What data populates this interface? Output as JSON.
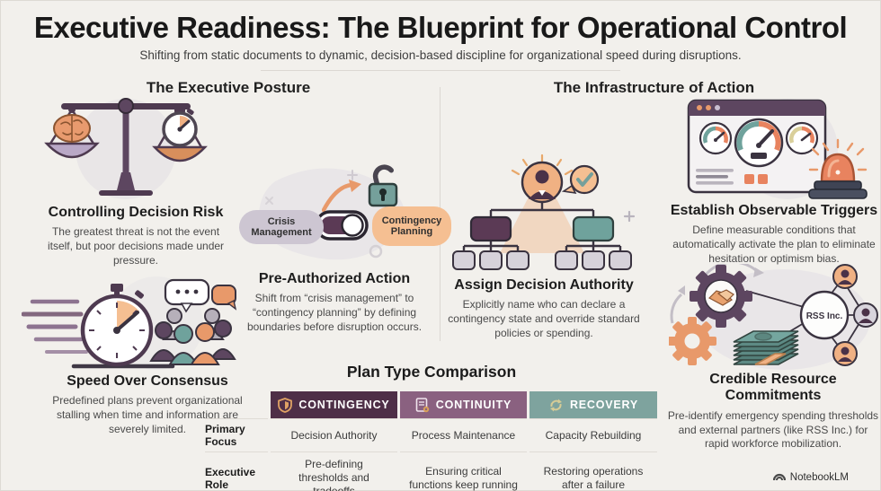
{
  "page": {
    "title": "Executive Readiness: The Blueprint for Operational Control",
    "subtitle": "Shifting from static documents to dynamic, decision-based discipline for organizational speed during disruptions.",
    "brand": "NotebookLM"
  },
  "left_section": {
    "heading": "The Executive Posture",
    "items": [
      {
        "icon": "balance-scale-icon",
        "title": "Controlling Decision Risk",
        "body": "The greatest threat is not the event itself, but poor decisions made under pressure."
      },
      {
        "icon": "toggle-lock-icon",
        "title": "Pre-Authorized Action",
        "body": "Shift from “crisis management” to “contingency planning” by defining boundaries before disruption occurs.",
        "toggle": {
          "off_label": "Crisis Management",
          "on_label": "Contingency Planning"
        }
      },
      {
        "icon": "stopwatch-people-icon",
        "title": "Speed Over Consensus",
        "body": "Predefined plans prevent organizational stalling when time and information are severely limited."
      }
    ]
  },
  "right_section": {
    "heading": "The Infrastructure of Action",
    "items": [
      {
        "icon": "dashboard-alarm-icon",
        "title": "Establish Observable Triggers",
        "body": "Define measurable conditions that automatically activate the plan to eliminate hesitation or optimism bias."
      },
      {
        "icon": "org-chart-icon",
        "title": "Assign Decision Authority",
        "body": "Explicitly name who can declare a contingency state and override standard policies or spending."
      },
      {
        "icon": "resources-network-icon",
        "title": "Credible Resource Commitments",
        "body": "Pre-identify emergency spending thresholds and external partners (like RSS Inc.) for rapid workforce mobilization.",
        "network_hub_label": "RSS Inc."
      }
    ]
  },
  "comparison_table": {
    "title": "Plan Type Comparison",
    "columns": [
      {
        "label": "CONTINGENCY",
        "icon": "shield-icon",
        "header_color": "#4e2f47"
      },
      {
        "label": "CONTINUITY",
        "icon": "document-gear-icon",
        "header_color": "#8a6180"
      },
      {
        "label": "RECOVERY",
        "icon": "refresh-icon",
        "header_color": "#7ea39e"
      }
    ],
    "rows": [
      {
        "label": "Primary Focus",
        "values": [
          "Decision Authority",
          "Process Maintenance",
          "Capacity Rebuilding"
        ]
      },
      {
        "label": "Executive Role",
        "values": [
          "Pre-defining thresholds and tradeoffs",
          "Ensuring critical functions keep running",
          "Restoring operations after a failure"
        ]
      }
    ]
  },
  "colors": {
    "background": "#f2f0ec",
    "accent_purple_dark": "#4e2f47",
    "accent_purple": "#5d4660",
    "accent_mauve": "#8a6180",
    "accent_teal": "#7ea39e",
    "accent_orange": "#e8996a",
    "accent_peach": "#f5bf92"
  }
}
